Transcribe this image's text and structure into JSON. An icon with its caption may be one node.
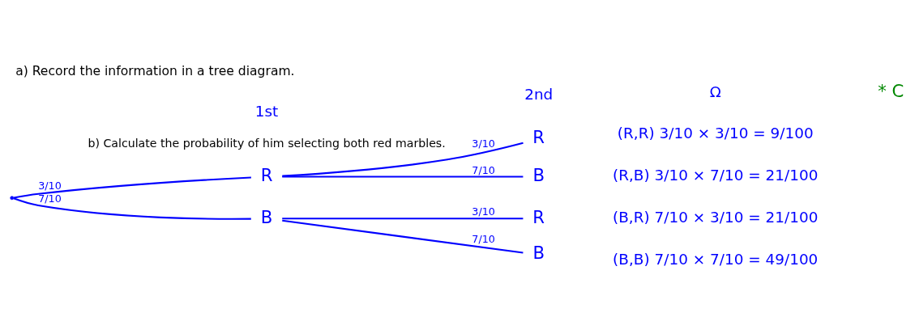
{
  "diagram": {
    "title": "a) Record the information in a tree diagram.",
    "nodes": [
      {
        "text": [],
        "shape": "point"
      },
      {
        "text": [
          "R"
        ]
      },
      {
        "text": [
          "B"
        ]
      },
      {
        "text": [
          "R"
        ]
      },
      {
        "text": [
          "B"
        ]
      },
      {
        "text": [
          "R"
        ]
      },
      {
        "text": [
          "B"
        ]
      }
    ],
    "edges": [
      {
        "from": 0,
        "to": 1,
        "arrow": "none",
        "label": "3/10"
      },
      {
        "from": 0,
        "to": 2,
        "arrow": "none",
        "label": "7/10"
      },
      {
        "from": 1,
        "to": 3,
        "arrow": "none",
        "label": "3/10"
      },
      {
        "from": 1,
        "to": 4,
        "arrow": "none",
        "label": "7/10"
      },
      {
        "from": 2,
        "to": 5,
        "arrow": "none",
        "label": "3/10"
      },
      {
        "from": 2,
        "to": 6,
        "arrow": "none",
        "label": "7/10"
      }
    ],
    "labels": [
      "1st",
      "2nd",
      "Ω",
      "(R,R) 3/10 × 3/10 = 9/100",
      "(R,B) 3/10 × 7/10 = 21/100",
      "(B,R) 7/10 × 3/10 = 21/100",
      "(B,B) 7/10 × 7/10 = 49/100",
      "* C",
      "b) Calculate the probability of him selecting both red marbles."
    ]
  }
}
